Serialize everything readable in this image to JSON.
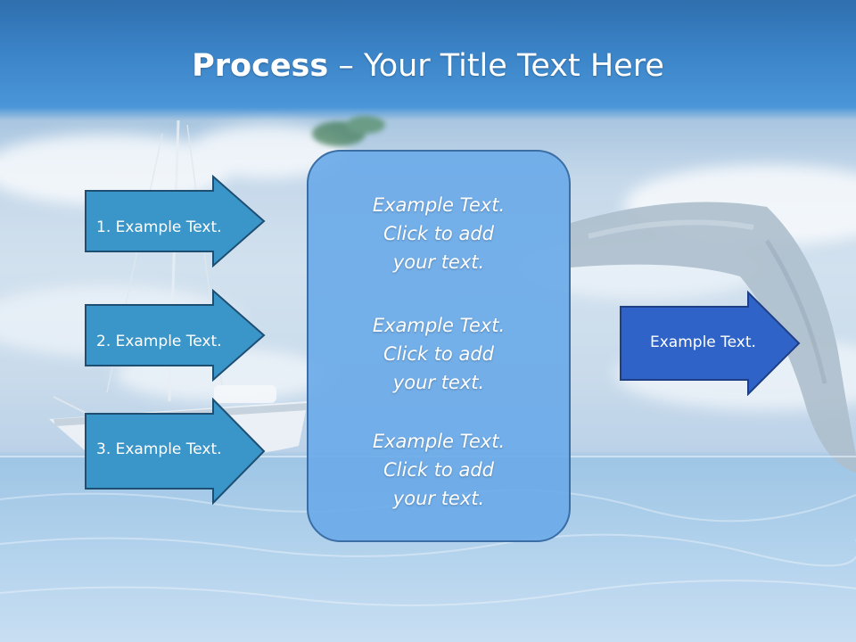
{
  "slide": {
    "title_bold": "Process",
    "title_rest": " – Your Title Text Here"
  },
  "left_arrows": [
    {
      "label": "1. Example Text."
    },
    {
      "label": "2. Example Text."
    },
    {
      "label": "3. Example Text."
    }
  ],
  "center_box": {
    "blocks": [
      {
        "text": "Example Text.\nClick  to add\nyour text."
      },
      {
        "text": "Example Text.\nClick  to add\nyour text."
      },
      {
        "text": "Example Text.\nClick  to add\nyour text."
      }
    ]
  },
  "right_arrow": {
    "label": "Example Text."
  },
  "colors": {
    "left_arrow_fill": "#3a95c9",
    "left_arrow_stroke": "#1e4f72",
    "right_arrow_fill": "#2f63c7",
    "right_arrow_stroke": "#1f3f85",
    "center_box_fill": "#6baae8",
    "center_box_stroke": "#3a6ea5"
  }
}
